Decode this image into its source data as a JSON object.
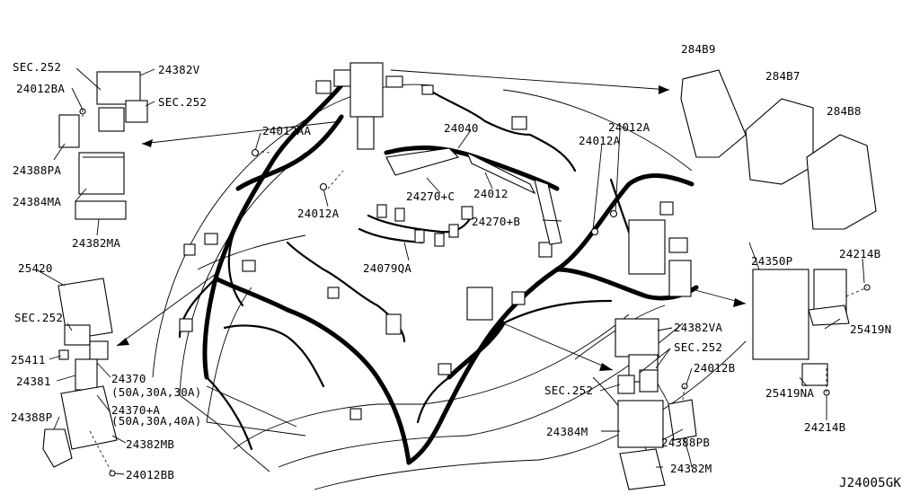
{
  "labels": {
    "sec252_tl": "SEC.252",
    "p24382V": "24382V",
    "p24012BA": "24012BA",
    "sec252_t2": "SEC.252",
    "p24388PA": "24388PA",
    "p24384MA": "24384MA",
    "p24382MA": "24382MA",
    "p24012AA": "24012AA",
    "p24012A_c": "24012A",
    "p24040": "24040",
    "p24270C": "24270+C",
    "p24012": "24012",
    "p24079QA": "24079QA",
    "p24012A_tr": "24012A",
    "p24012A_tr2": "24012A",
    "p24270B": "24270+B",
    "p284B9": "284B9",
    "p284B7": "284B7",
    "p284B8": "284B8",
    "p24350P": "24350P",
    "p24214B_t": "24214B",
    "p25419N": "25419N",
    "p25419NA": "25419NA",
    "p24214B_b": "24214B",
    "p25420": "25420",
    "sec252_l": "SEC.252",
    "p25411": "25411",
    "p24381": "24381",
    "p24370": "24370",
    "p24370_amps": "(50A,30A,30A)",
    "p24370A": "24370+A",
    "p24370A_amps": "(50A,30A,40A)",
    "p24388P": "24388P",
    "p24382MB": "24382MB",
    "p24012BB": "24012BB",
    "p24382VA": "24382VA",
    "sec252_r": "SEC.252",
    "p24012B": "24012B",
    "sec252_c": "SEC.252",
    "p24384M": "24384M",
    "p24388PB": "24388PB",
    "p24382M": "24382M",
    "diagram_code": "J24005GK"
  }
}
